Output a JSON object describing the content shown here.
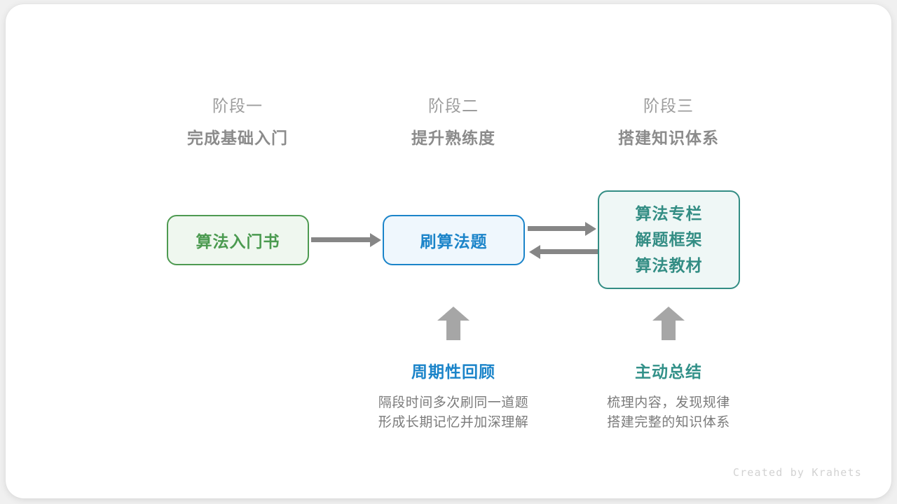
{
  "canvas": {
    "background": "#f0f0f0",
    "card_background": "#ffffff"
  },
  "stages": [
    {
      "kicker": "阶段一",
      "title": "完成基础入门"
    },
    {
      "kicker": "阶段二",
      "title": "提升熟练度"
    },
    {
      "kicker": "阶段三",
      "title": "搭建知识体系"
    }
  ],
  "nodes": {
    "book": {
      "label": "算法入门书",
      "border_color": "#4e9a51",
      "fill_color": "#eff7ef",
      "text_color": "#4a9a4f"
    },
    "practice": {
      "label": "刷算法题",
      "border_color": "#1b84c9",
      "fill_color": "#eff7fd",
      "text_color": "#1b84c9"
    },
    "resources": {
      "lines": [
        "算法专栏",
        "解题框架",
        "算法教材"
      ],
      "border_color": "#338d84",
      "fill_color": "#eff7f6",
      "text_color": "#338d84"
    }
  },
  "arrows": {
    "color": "#868686",
    "book_to_practice": "right",
    "practice_to_resources": "right",
    "resources_to_practice": "left",
    "up_arrow_color": "#a6a6a6"
  },
  "annotations": [
    {
      "title": "周期性回顾",
      "color": "#1b84c9",
      "desc_line1": "隔段时间多次刷同一道题",
      "desc_line2": "形成长期记忆并加深理解"
    },
    {
      "title": "主动总结",
      "color": "#339189",
      "desc_line1": "梳理内容，发现规律",
      "desc_line2": "搭建完整的知识体系"
    }
  ],
  "credit": "Created by Krahets"
}
